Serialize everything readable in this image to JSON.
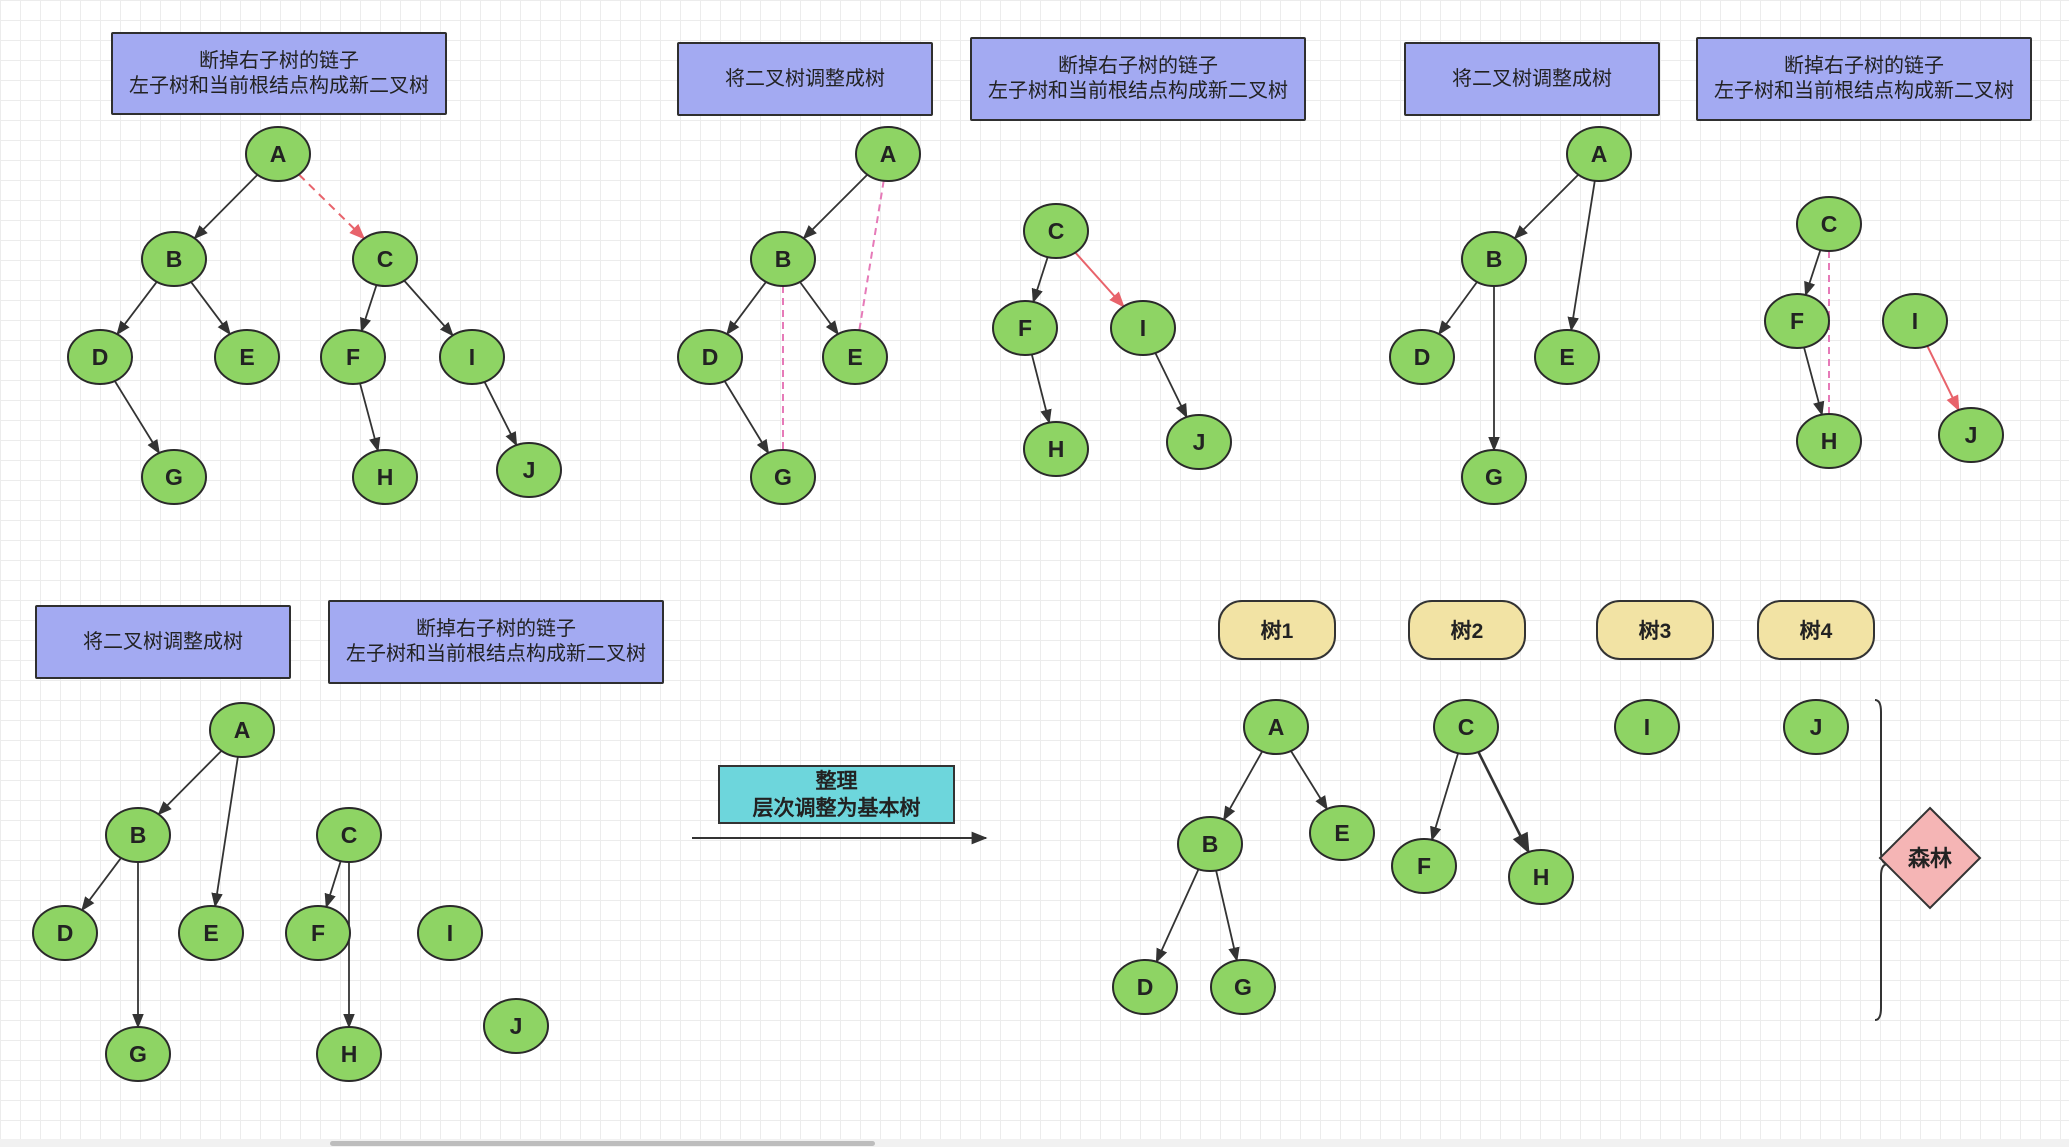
{
  "labels": {
    "cut_right_chain": "断掉右子树的链子\n左子树和当前根结点构成新二叉树",
    "convert_to_tree": "将二叉树调整成树",
    "organize_title": "整理",
    "organize_subtitle": "层次调整为基本树",
    "forest": "森林"
  },
  "tree_tags": [
    "树1",
    "树2",
    "树3",
    "树4"
  ],
  "node_letters": [
    "A",
    "B",
    "C",
    "D",
    "E",
    "F",
    "G",
    "H",
    "I",
    "J"
  ],
  "colors": {
    "node_fill": "#8ed464",
    "label_box": "#a3aaf2",
    "tree_tag": "#f2e3a4",
    "process_box": "#6dd6dc",
    "forest_diamond": "#f5b5b5",
    "highlight_edge": "#e8636b",
    "removed_link": "#e67ab8"
  }
}
